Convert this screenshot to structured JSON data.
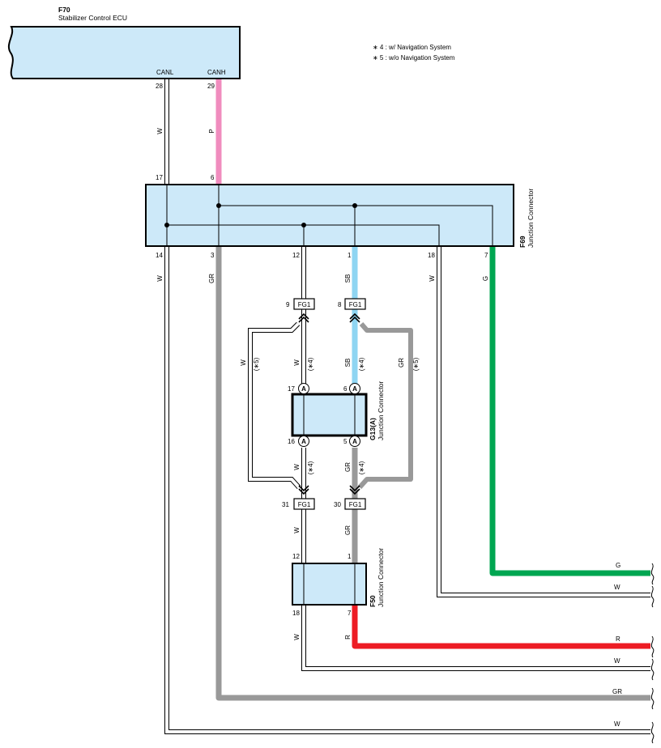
{
  "ecu": {
    "code": "F70",
    "name": "Stabilizer Control ECU"
  },
  "notes": [
    "∗ 4 : w/ Navigation System",
    "∗ 5 : w/o Navigation System"
  ],
  "connector_f69": {
    "code": "F69",
    "name": "Junction Connector"
  },
  "connector_g13": {
    "code": "G13(A)",
    "name": "Junction Connector"
  },
  "connector_f50": {
    "code": "F50",
    "name": "Junction Connector"
  },
  "pins": {
    "canl": "CANL",
    "canh": "CANH",
    "p28": "28",
    "p29": "29",
    "p17": "17",
    "p6": "6",
    "p14": "14",
    "p3": "3",
    "p12": "12",
    "p1": "1",
    "p18": "18",
    "p7": "7",
    "fg9": "9",
    "fg8": "8",
    "fg31": "31",
    "fg30": "30",
    "g17": "17",
    "g6": "6",
    "g16": "16",
    "g5": "5",
    "f12": "12",
    "f1": "1",
    "f18": "18",
    "f7": "7",
    "fg1": "FG1",
    "a": "A"
  },
  "wire_labels": {
    "w": "W",
    "p": "P",
    "gr": "GR",
    "sb": "SB",
    "g": "G",
    "r": "R",
    "n4": "(∗4)",
    "n5": "(∗5)"
  },
  "colors": {
    "pink": "#f08cbe",
    "gray": "#999999",
    "lightblue": "#8fd5f2",
    "green": "#00a651",
    "red": "#ed1c24",
    "box": "#cde9f9"
  }
}
